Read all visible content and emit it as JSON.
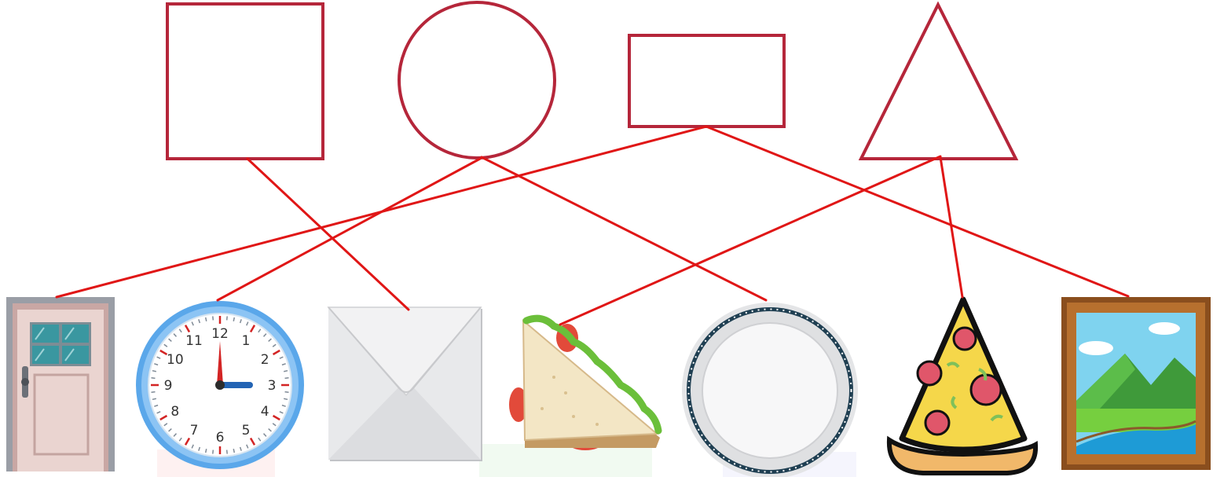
{
  "worksheet": {
    "task": "match-objects-to-shapes",
    "colors": {
      "shape_outline": "#b5263a",
      "match_line": "#e01616",
      "watermark": "#fbe3e3"
    },
    "shapes": [
      {
        "id": "square",
        "name": "square"
      },
      {
        "id": "circle",
        "name": "circle"
      },
      {
        "id": "rectangle",
        "name": "rectangle"
      },
      {
        "id": "triangle",
        "name": "triangle"
      }
    ],
    "objects": [
      {
        "id": "door",
        "name": "door",
        "icon": "door-icon"
      },
      {
        "id": "clock",
        "name": "clock",
        "icon": "clock-icon"
      },
      {
        "id": "envelope",
        "name": "envelope",
        "icon": "envelope-icon"
      },
      {
        "id": "sandwich",
        "name": "sandwich",
        "icon": "sandwich-icon"
      },
      {
        "id": "plate",
        "name": "plate",
        "icon": "plate-icon"
      },
      {
        "id": "pizza",
        "name": "pizza slice",
        "icon": "pizza-icon"
      },
      {
        "id": "picture",
        "name": "picture frame",
        "icon": "picture-frame-icon"
      }
    ],
    "matches": [
      {
        "from": "rectangle",
        "to": "door"
      },
      {
        "from": "circle",
        "to": "clock"
      },
      {
        "from": "square",
        "to": "envelope"
      },
      {
        "from": "triangle",
        "to": "sandwich"
      },
      {
        "from": "circle",
        "to": "plate"
      },
      {
        "from": "triangle",
        "to": "pizza"
      },
      {
        "from": "rectangle",
        "to": "picture"
      }
    ],
    "clock": {
      "numbers": [
        "12",
        "1",
        "2",
        "3",
        "4",
        "5",
        "6",
        "7",
        "8",
        "9",
        "10",
        "11"
      ],
      "time_shown": "3:00"
    }
  }
}
